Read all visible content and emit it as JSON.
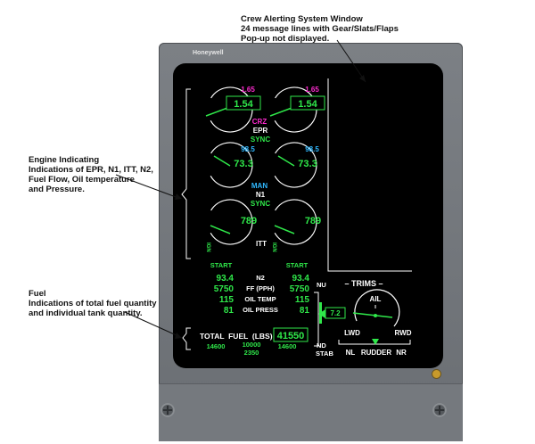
{
  "annotations": {
    "cas": [
      "Crew Alerting System Window",
      "24 message lines with Gear/Slats/Flaps",
      "Pop-up not displayed."
    ],
    "engine": [
      "Engine Indicating",
      "Indications of EPR, N1, ITT, N2,",
      "Fuel Flow, Oil temperature",
      "and Pressure."
    ],
    "fuel": [
      "Fuel",
      "Indications of total fuel quantity",
      "and individual tank quantity."
    ]
  },
  "brand": "Honeywell",
  "colors": {
    "green": "#2fe84a",
    "magenta": "#ff2bd0",
    "cyan": "#2fb8ff",
    "white": "#ffffff",
    "amber": "#e0a000"
  },
  "epr": {
    "target_left": "1.65",
    "target_right": "1.65",
    "value_left": "1.54",
    "value_right": "1.54",
    "mode": "CRZ",
    "label": "EPR",
    "sync": "SYNC"
  },
  "n1": {
    "target_left": "98.5",
    "target_right": "98.5",
    "value_left": "73.3",
    "value_right": "73.3",
    "mode": "MAN",
    "label": "N1",
    "sync": "SYNC"
  },
  "itt": {
    "value_left": "789",
    "value_right": "789",
    "label": "ITT",
    "ign": "IGN"
  },
  "secondary": {
    "start_left": "START",
    "start_right": "START",
    "rows": [
      {
        "label": "N2",
        "left": "93.4",
        "right": "93.4"
      },
      {
        "label": "FF (PPH)",
        "left": "5750",
        "right": "5750"
      },
      {
        "label": "OIL TEMP",
        "left": "115",
        "right": "115"
      },
      {
        "label": "OIL PRESS",
        "left": "81",
        "right": "81"
      }
    ]
  },
  "fuel": {
    "label": "TOTAL  FUEL  (LBS)",
    "total": "41550",
    "left": "14600",
    "center": "10000",
    "center2": "2350",
    "right": "14600"
  },
  "stab": {
    "nu": "NU",
    "nd": "ND",
    "label": "STAB",
    "value": "7.2"
  },
  "trims": {
    "title": "– TRIMS –",
    "ail": "AIL",
    "lwd": "LWD",
    "rwd": "RWD",
    "nl": "NL",
    "rudder": "RUDDER",
    "nr": "NR"
  }
}
